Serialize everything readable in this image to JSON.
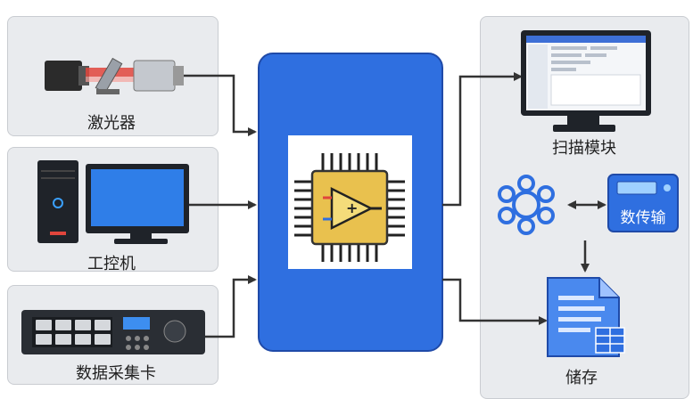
{
  "labels": {
    "laser": "激光器",
    "ipc": "工控机",
    "daq": "数据采集卡",
    "scan": "扫描模块",
    "transfer": "数传输",
    "storage": "储存"
  },
  "icons": [
    "laser-icon",
    "computer-icon",
    "daq-card-icon",
    "chip-icon",
    "monitor-icon",
    "network-hub-icon",
    "device-icon",
    "document-icon"
  ],
  "colors": {
    "blue": "#2f6fe0",
    "panel": "#e9ebee",
    "chip_gold": "#e9c14e",
    "laser_red": "#e0453c"
  }
}
